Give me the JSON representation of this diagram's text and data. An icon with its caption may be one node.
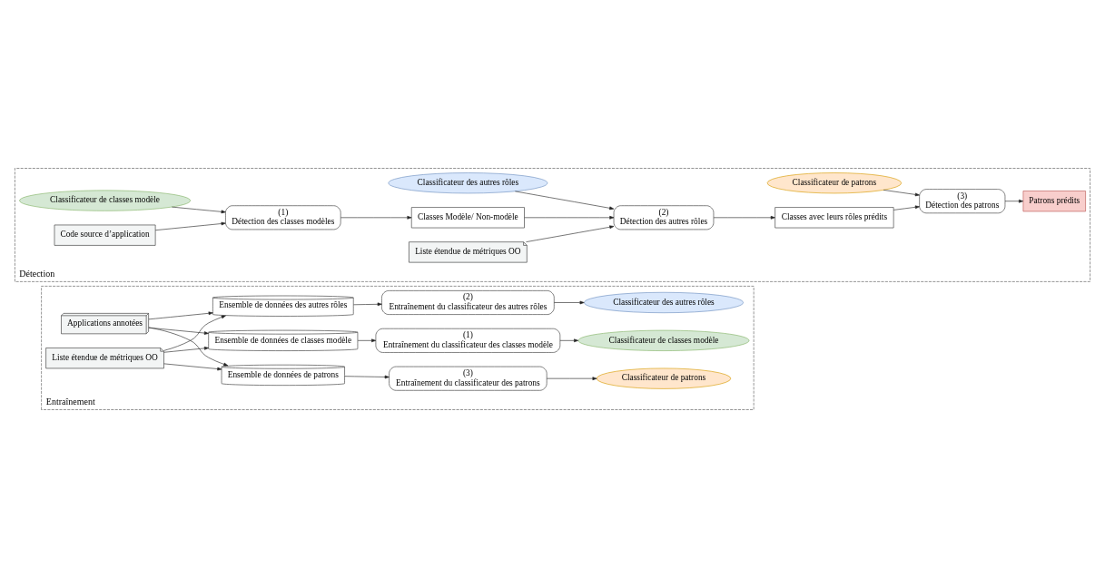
{
  "diagram": {
    "nodes": [
      {
        "text": [
          "Entraînement"
        ]
      },
      {
        "text": [
          "Applications annotées"
        ],
        "in": 0
      },
      {
        "text": [
          "Liste étendue de métriques OO"
        ],
        "in": 0
      },
      {
        "text": [
          "Ensemble de données de classes modèle"
        ],
        "in": 0
      },
      {
        "text": [
          "Ensemble de données des autres rôles"
        ],
        "in": 0
      },
      {
        "text": [
          "Ensemble de données de patrons"
        ],
        "in": 0
      },
      {
        "text": [
          "(1)",
          "Entraînement du classificateur des classes modèle"
        ],
        "in": 0
      },
      {
        "text": [
          "(2)",
          "Entraînement du classificateur des autres rôles"
        ],
        "in": 0
      },
      {
        "text": [
          "(3)",
          "Entraînement du classificateur des patrons"
        ],
        "in": 0
      },
      {
        "text": [
          "Classificateur de classes modèle"
        ],
        "in": 0
      },
      {
        "text": [
          "Classificateur des autres rôles"
        ],
        "in": 0
      },
      {
        "text": [
          "Classificateur de patrons"
        ],
        "in": 0
      },
      {
        "text": [
          "Détection"
        ]
      },
      {
        "text": [
          "Classificateur de classes modèle"
        ],
        "in": 12
      },
      {
        "text": [
          "Classificateur des autres rôles"
        ],
        "in": 12
      },
      {
        "text": [
          "Classificateur de patrons"
        ],
        "in": 12
      },
      {
        "text": [
          "Code source d’application"
        ],
        "in": 12
      },
      {
        "text": [
          "Liste étendue de métriques OO"
        ],
        "in": 12
      },
      {
        "text": [
          "(1)",
          "Détection des classes modèles"
        ],
        "in": 12
      },
      {
        "text": [
          "Classes Modèle/ Non-modèle"
        ],
        "in": 12
      },
      {
        "text": [
          "(2)",
          "Détection des autres rôles"
        ],
        "in": 12
      },
      {
        "text": [
          "Classes avec leurs rôles prédits"
        ],
        "in": 12
      },
      {
        "text": [
          "(3)",
          "Détection des patrons"
        ],
        "in": 12
      },
      {
        "text": [
          "Patrons prédits"
        ],
        "in": 12
      }
    ],
    "edges": [
      {
        "from": 1,
        "to": 3,
        "arrow": "to"
      },
      {
        "from": 1,
        "to": 4,
        "arrow": "to"
      },
      {
        "from": 1,
        "to": 5,
        "arrow": "to"
      },
      {
        "from": 2,
        "to": 3,
        "arrow": "to"
      },
      {
        "from": 2,
        "to": 4,
        "arrow": "to"
      },
      {
        "from": 2,
        "to": 5,
        "arrow": "to"
      },
      {
        "from": 3,
        "to": 6,
        "arrow": "to"
      },
      {
        "from": 4,
        "to": 7,
        "arrow": "to"
      },
      {
        "from": 5,
        "to": 8,
        "arrow": "to"
      },
      {
        "from": 6,
        "to": 9,
        "arrow": "to"
      },
      {
        "from": 7,
        "to": 10,
        "arrow": "to"
      },
      {
        "from": 8,
        "to": 11,
        "arrow": "to"
      },
      {
        "from": 13,
        "to": 18,
        "arrow": "to"
      },
      {
        "from": 16,
        "to": 18,
        "arrow": "to"
      },
      {
        "from": 18,
        "to": 19,
        "arrow": "to"
      },
      {
        "from": 19,
        "to": 20,
        "arrow": "to"
      },
      {
        "from": 17,
        "to": 20,
        "arrow": "to"
      },
      {
        "from": 14,
        "to": 20,
        "arrow": "to"
      },
      {
        "from": 20,
        "to": 21,
        "arrow": "to"
      },
      {
        "from": 21,
        "to": 22,
        "arrow": "to"
      },
      {
        "from": 15,
        "to": 22,
        "arrow": "to"
      },
      {
        "from": 22,
        "to": 23,
        "arrow": "to"
      }
    ]
  }
}
